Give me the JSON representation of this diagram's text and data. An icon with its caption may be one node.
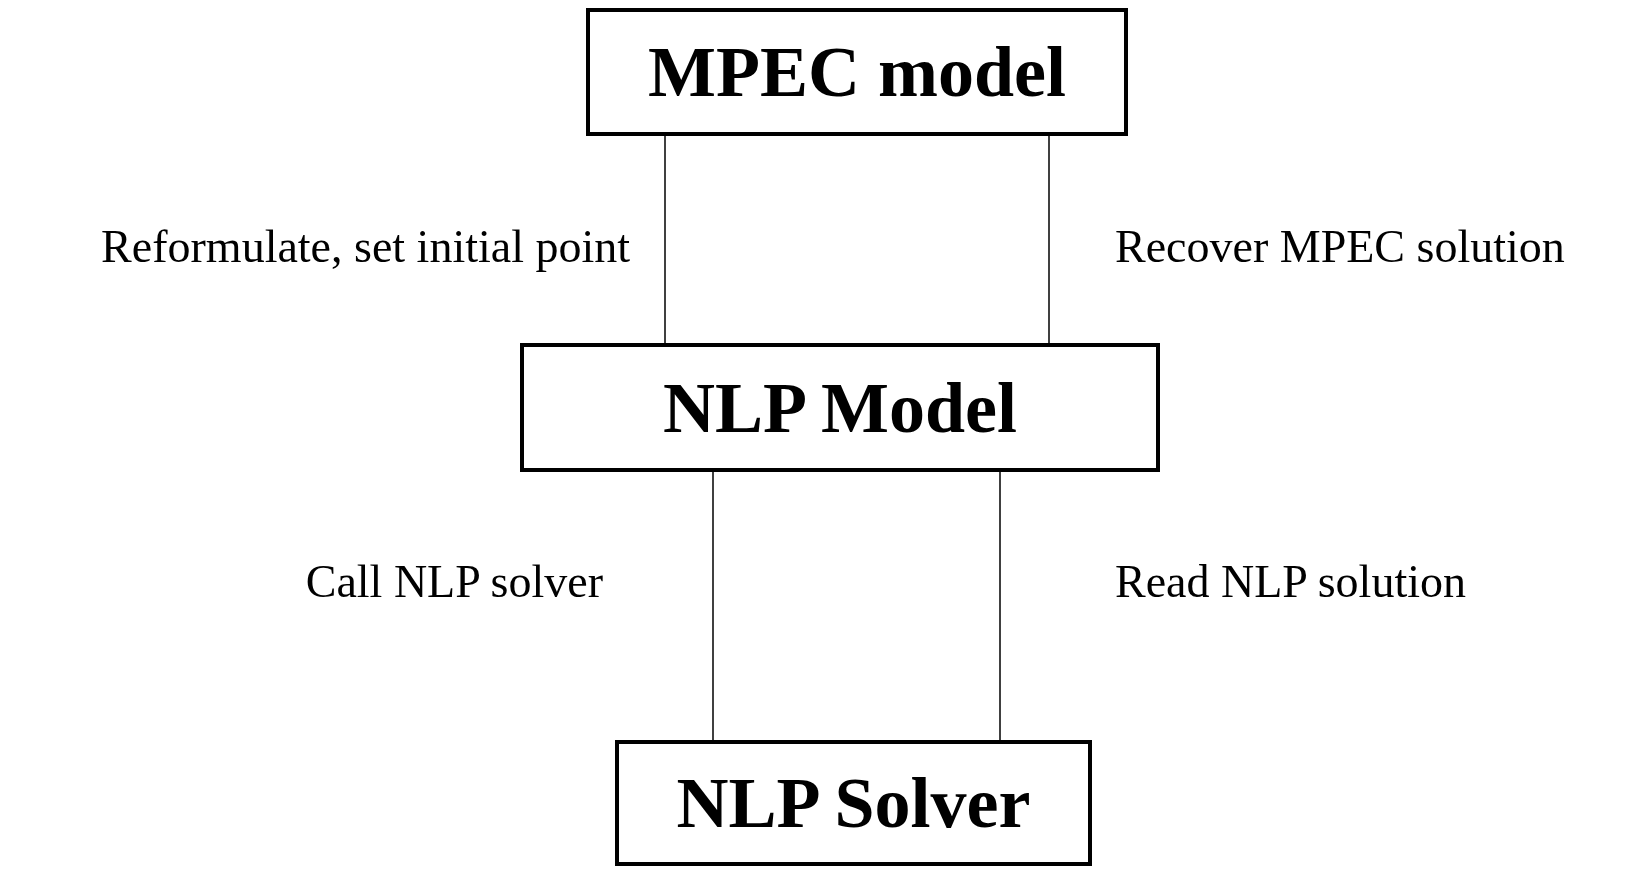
{
  "diagram": {
    "nodes": [
      {
        "text": [
          "MPEC model"
        ]
      },
      {
        "text": [
          "NLP Model"
        ]
      },
      {
        "text": [
          "NLP Solver"
        ]
      }
    ],
    "edges": [
      {
        "from": 0,
        "to": 1,
        "arrow": "none",
        "label": "Reformulate, set initial point"
      },
      {
        "from": 1,
        "to": 0,
        "arrow": "none",
        "label": "Recover MPEC solution"
      },
      {
        "from": 1,
        "to": 2,
        "arrow": "none",
        "label": "Call NLP solver"
      },
      {
        "from": 2,
        "to": 1,
        "arrow": "none",
        "label": "Read NLP solution"
      }
    ]
  }
}
